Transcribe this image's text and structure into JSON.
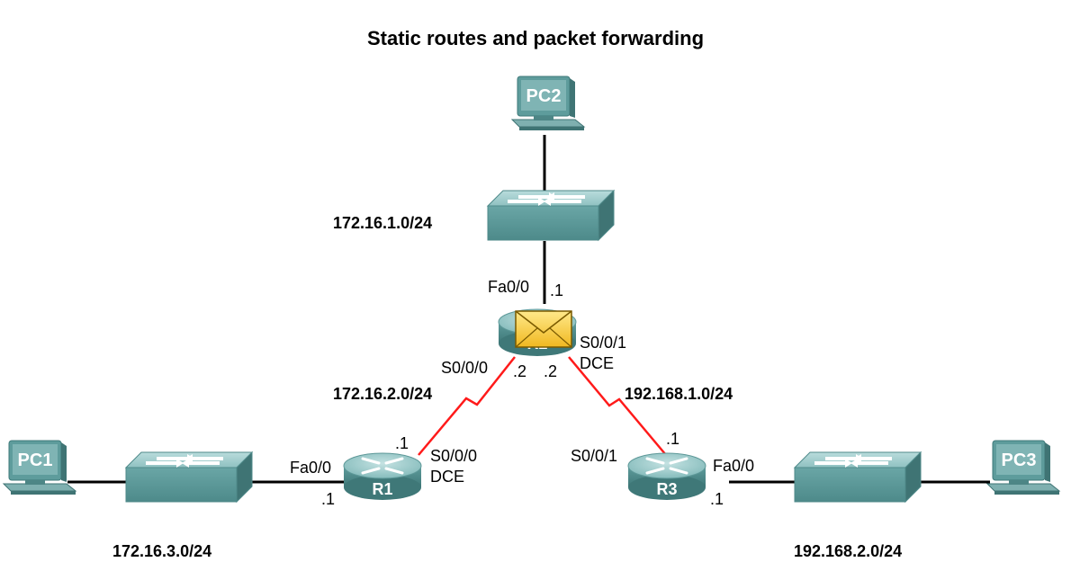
{
  "title": "Static routes and packet forwarding",
  "devices": {
    "pc1": "PC1",
    "pc2": "PC2",
    "pc3": "PC3",
    "r1": "R1",
    "r2": "R2",
    "r3": "R3"
  },
  "networks": {
    "lan_r2": "172.16.1.0/24",
    "wan_r1_r2": "172.16.2.0/24",
    "wan_r2_r3": "192.168.1.0/24",
    "lan_r1": "172.16.3.0/24",
    "lan_r3": "192.168.2.0/24"
  },
  "interfaces": {
    "r2_fa": "Fa0/0",
    "r2_fa_ip": ".1",
    "r2_s000": "S0/0/0",
    "r2_s000_ip": ".2",
    "r2_s001": "S0/0/1",
    "r2_s001_dce": "DCE",
    "r2_s001_ip": ".2",
    "r1_fa": "Fa0/0",
    "r1_fa_ip": ".1",
    "r1_s000": "S0/0/0",
    "r1_s000_dce": "DCE",
    "r1_s000_ip": ".1",
    "r3_s001": "S0/0/1",
    "r3_s001_ip": ".1",
    "r3_fa": "Fa0/0",
    "r3_fa_ip": ".1"
  },
  "colors": {
    "serial_link": "#ff1a1a",
    "device": "#5a9a9a",
    "envelope": "#f2c230"
  }
}
